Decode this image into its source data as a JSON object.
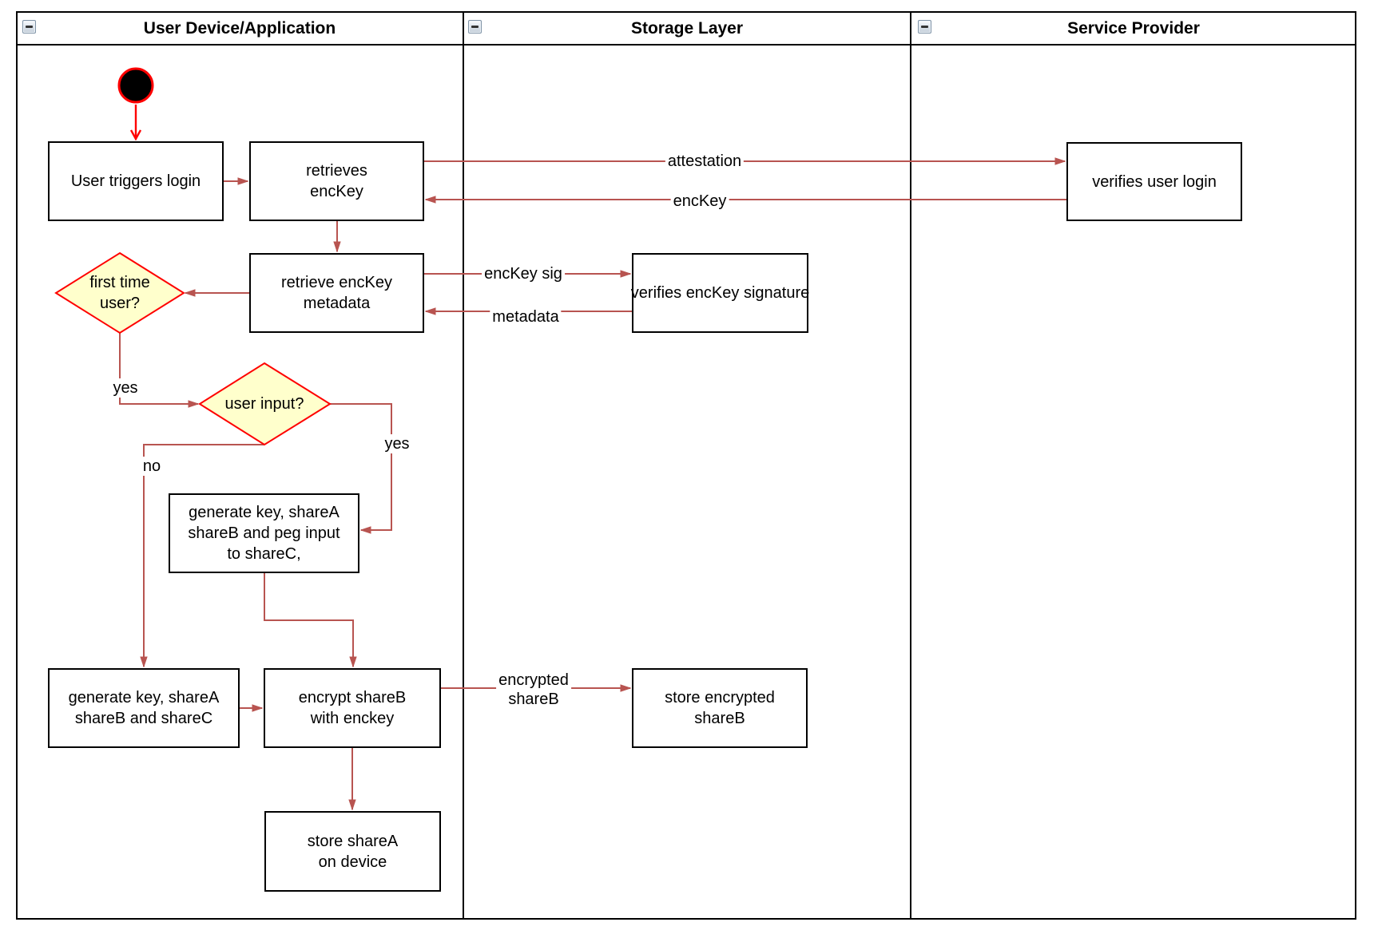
{
  "diagram": {
    "title_note": "swimlane flow diagram",
    "lanes": [
      {
        "title": "User Device/Application",
        "collapse_icon": "minus-icon"
      },
      {
        "title": "Storage Layer",
        "collapse_icon": "minus-icon"
      },
      {
        "title": "Service Provider",
        "collapse_icon": "minus-icon"
      }
    ],
    "nodes": [
      {
        "id": "user-triggers-login",
        "type": "process",
        "label": "User triggers login"
      },
      {
        "id": "retrieves-enckey",
        "type": "process",
        "label": "retrieves\nencKey"
      },
      {
        "id": "retrieve-enckey-metadata",
        "type": "process",
        "label": "retrieve encKey\nmetadata"
      },
      {
        "id": "first-time-user",
        "type": "decision",
        "label": "first time\nuser?"
      },
      {
        "id": "user-input",
        "type": "decision",
        "label": "user input?"
      },
      {
        "id": "generate-key-peg-input",
        "type": "process",
        "label": "generate key, shareA\nshareB and peg input\nto shareC,"
      },
      {
        "id": "generate-key-sharec",
        "type": "process",
        "label": "generate key, shareA\nshareB and shareC"
      },
      {
        "id": "encrypt-shareb",
        "type": "process",
        "label": "encrypt shareB\nwith enckey"
      },
      {
        "id": "store-sharea",
        "type": "process",
        "label": "store shareA\non device"
      },
      {
        "id": "verifies-enckey-signature",
        "type": "process",
        "label": "verifies encKey signature"
      },
      {
        "id": "store-encrypted-shareb",
        "type": "process",
        "label": "store encrypted\nshareB"
      },
      {
        "id": "verifies-user-login",
        "type": "process",
        "label": "verifies user login"
      },
      {
        "id": "start",
        "type": "start-state",
        "label": ""
      }
    ],
    "edge_labels": {
      "attestation": "attestation",
      "enckey_return": "encKey",
      "enckey_sig": "encKey sig",
      "metadata": "metadata",
      "encrypted_shareb": "encrypted\nshareB",
      "yes_first_time": "yes",
      "no_user_input": "no",
      "yes_user_input": "yes"
    },
    "colors": {
      "flow_edge": "#b85450",
      "start_edge": "#ff0000",
      "decision_fill": "#ffffcc",
      "decision_stroke": "#ff0000",
      "start_fill": "#000000",
      "start_stroke": "#ff0000",
      "process_stroke": "#000000",
      "process_fill": "#ffffff",
      "lane_border": "#000000",
      "canvas_bg": "#ffffff"
    }
  }
}
